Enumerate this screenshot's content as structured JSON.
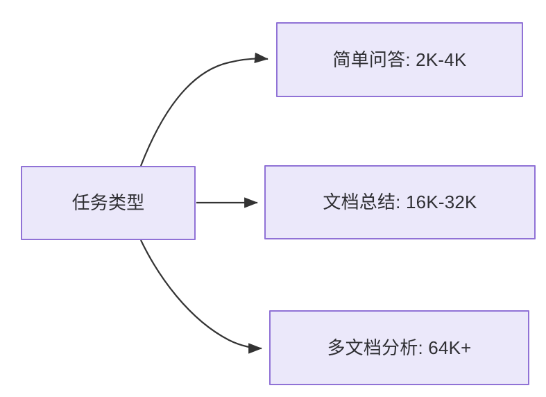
{
  "diagram": {
    "type": "flowchart",
    "direction": "left-to-right",
    "background_color": "#ffffff",
    "node_fill_color": "#ebe8fa",
    "node_border_color": "#9072d6",
    "node_text_color": "#2f2f33",
    "edge_color": "#333333",
    "nodes": [
      {
        "id": "root",
        "label": "任务类型"
      },
      {
        "id": "simple",
        "label": "简单问答: 2K-4K"
      },
      {
        "id": "doc",
        "label": "文档总结: 16K-32K"
      },
      {
        "id": "multi",
        "label": "多文档分析: 64K+"
      }
    ],
    "edges": [
      {
        "from": "root",
        "to": "simple",
        "style": "curved",
        "arrow": "arrow-head-icon"
      },
      {
        "from": "root",
        "to": "doc",
        "style": "straight",
        "arrow": "arrow-head-icon"
      },
      {
        "from": "root",
        "to": "multi",
        "style": "curved",
        "arrow": "arrow-head-icon"
      }
    ]
  }
}
